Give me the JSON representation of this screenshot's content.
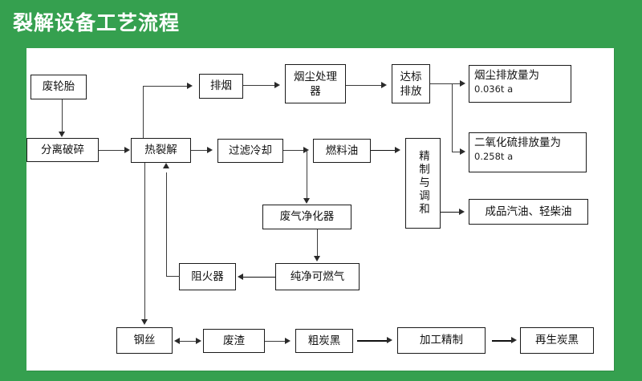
{
  "title": "裂解设备工艺流程",
  "theme": {
    "brand_green": "#35a04f",
    "canvas": "#ffffff",
    "box_border": "#1a1a1a",
    "connector": "#3b3b3b",
    "text": "#111111"
  },
  "nodes": {
    "waste_tire": "废轮胎",
    "separate_crush": "分离破碎",
    "pyrolysis": "热裂解",
    "flue_gas": "排烟",
    "dust_treater": "烟尘处理器",
    "standard_discharge": "达标排放",
    "dust_emission_line1": "烟尘排放量为",
    "dust_emission_line2": "0.036t a",
    "so2_emission_line1": "二氧化硫排放量为",
    "so2_emission_line2": "0.258t a",
    "filter_cool": "过滤冷却",
    "fuel_oil": "燃料油",
    "refine_blend": "精制与调和",
    "finished_oil": "成品汽油、轻柴油",
    "gas_purifier": "废气净化器",
    "clean_gas": "纯净可燃气",
    "flame_arrester": "阻火器",
    "steel_wire": "钢丝",
    "slag": "废渣",
    "crude_carbon_black": "粗炭黑",
    "processing_refining": "加工精制",
    "recycled_carbon_black": "再生炭黑"
  }
}
